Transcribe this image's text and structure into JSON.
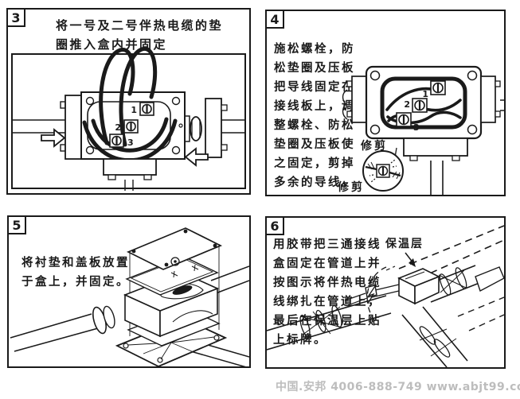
{
  "colors": {
    "ink": "#1a1a1a",
    "watermark": "#bdbdbd",
    "paper": "#ffffff"
  },
  "footer": {
    "text": "中国.安邦 4006-888-749 www.abjt99.com"
  },
  "panels": [
    {
      "number": "3",
      "title_lines": [
        "将一号及二号伴热电缆的垫",
        "圈推入盒内并固定"
      ],
      "terminals": [
        "1",
        "2",
        "3"
      ]
    },
    {
      "number": "4",
      "text_lines": [
        "施松螺栓，防",
        "松垫圈及压板",
        "把导线固定在",
        "接线板上，调",
        "整螺栓、防松",
        "垫圈及压板使",
        "之固定，剪掉",
        "多余的导线。"
      ],
      "labels": {
        "trim_top": "修剪",
        "trim_bottom": "修剪"
      },
      "terminals": [
        "1",
        "2",
        "3"
      ]
    },
    {
      "number": "5",
      "text_lines": [
        "将衬垫和盖板放置",
        "于盒上，并固定。"
      ]
    },
    {
      "number": "6",
      "text_lines": [
        "用胶带把三通接线",
        "盒固定在管道上并",
        "按图示将伴热电缆",
        "线绑扎在管道上，",
        "最后在保温层上贴",
        "上标牌。"
      ],
      "labels": {
        "insulation": "保温层"
      }
    }
  ]
}
